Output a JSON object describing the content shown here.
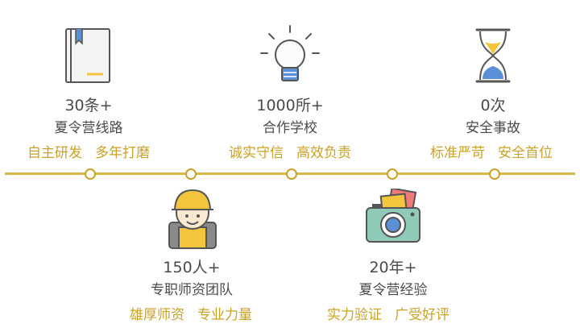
{
  "items": [
    {
      "stat": "30条+",
      "label": "夏令营线路",
      "tags": [
        "自主研发",
        "多年打磨"
      ],
      "icon": "book-icon"
    },
    {
      "stat": "150人+",
      "label": "专职师资团队",
      "tags": [
        "雄厚师资",
        "专业力量"
      ],
      "icon": "teacher-icon"
    },
    {
      "stat": "1000所+",
      "label": "合作学校",
      "tags": [
        "诚实守信",
        "高效负责"
      ],
      "icon": "lightbulb-icon"
    },
    {
      "stat": "20年+",
      "label": "夏令营经验",
      "tags": [
        "实力验证",
        "广受好评"
      ],
      "icon": "camera-icon"
    },
    {
      "stat": "0次",
      "label": "安全事故",
      "tags": [
        "标准严苛",
        "安全首位"
      ],
      "icon": "hourglass-icon"
    }
  ],
  "colors": {
    "accent": "#c9a227",
    "line": "#d9b84a",
    "text": "#4a4a4a",
    "blue": "#5b8fd6",
    "yellow": "#f2c53d"
  }
}
